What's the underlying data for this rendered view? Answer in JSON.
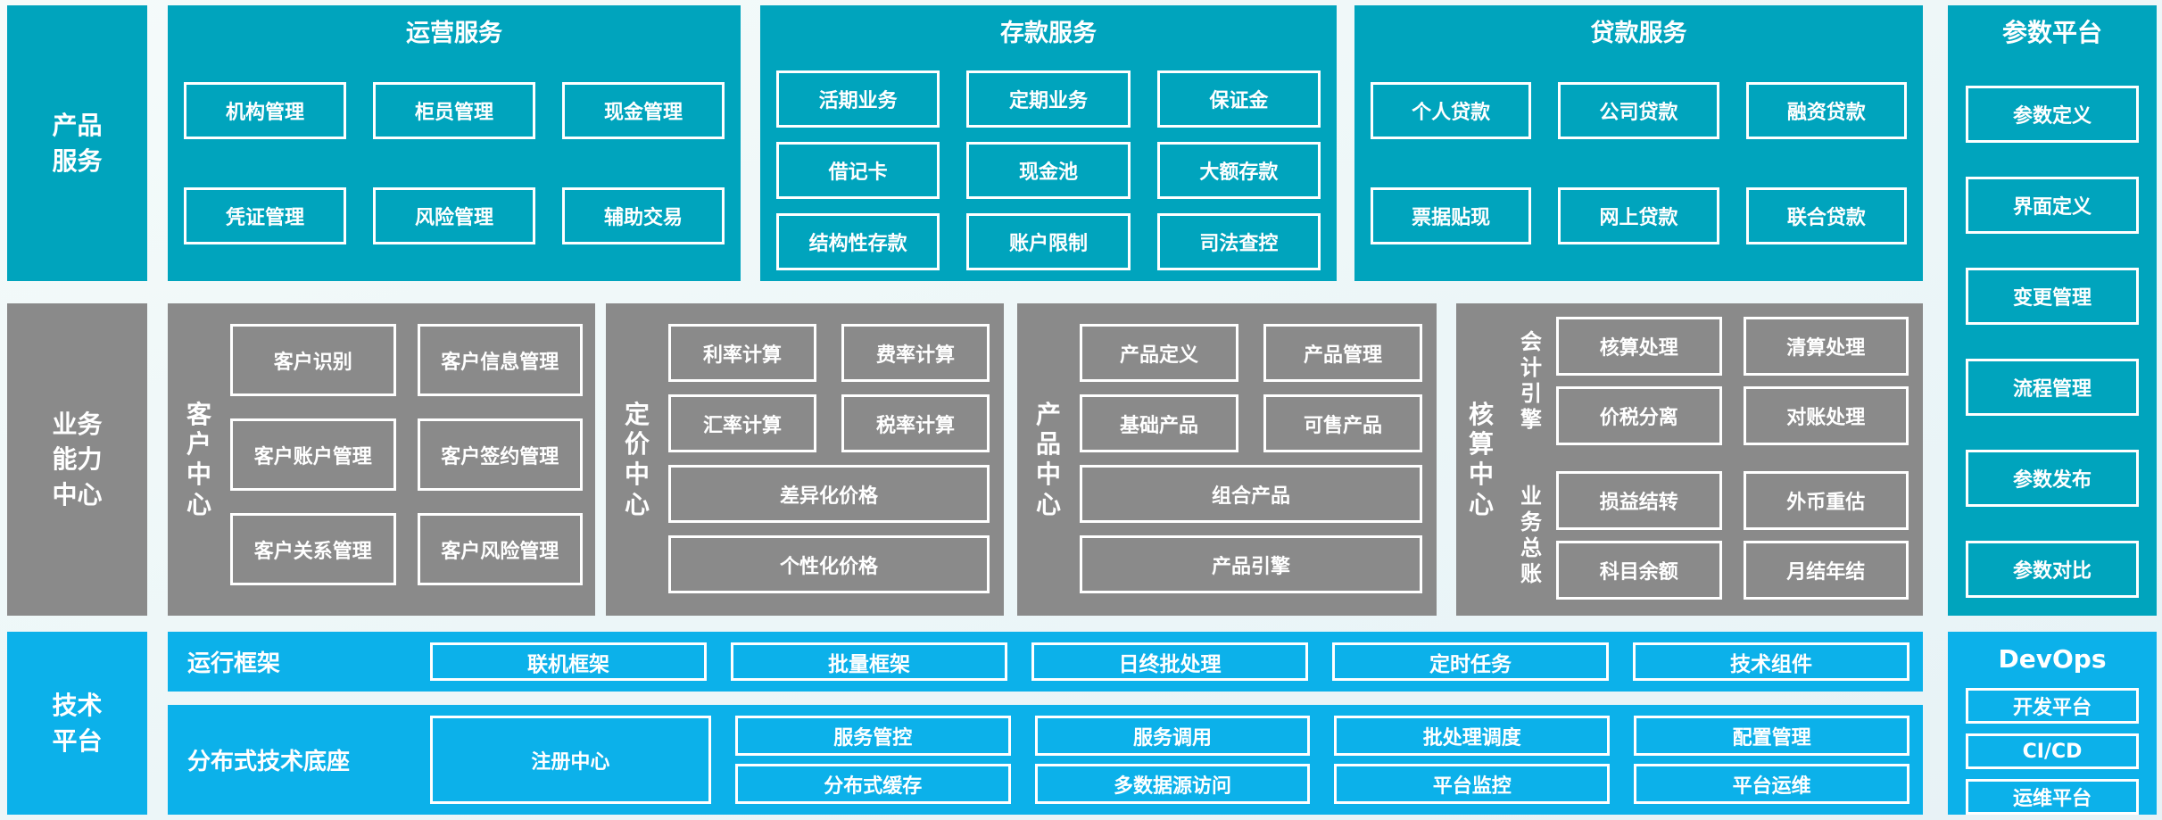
{
  "palette": {
    "teal": "#00a4bd",
    "cyan": "#0cb1ea",
    "gray": "#8a8a8a",
    "background": "#eef6f8",
    "text": "#ffffff"
  },
  "left_rail": {
    "product_services": "产品\n服务",
    "business_capability": "业务\n能力\n中心",
    "tech_platform": "技术\n平台"
  },
  "top_band": {
    "operations": {
      "title": "运营服务",
      "items": [
        "机构管理",
        "柜员管理",
        "现金管理",
        "凭证管理",
        "风险管理",
        "辅助交易"
      ]
    },
    "deposits": {
      "title": "存款服务",
      "items": [
        "活期业务",
        "定期业务",
        "保证金",
        "借记卡",
        "现金池",
        "大额存款",
        "结构性存款",
        "账户限制",
        "司法查控"
      ]
    },
    "loans": {
      "title": "贷款服务",
      "items": [
        "个人贷款",
        "公司贷款",
        "融资贷款",
        "票据贴现",
        "网上贷款",
        "联合贷款"
      ]
    }
  },
  "capability_band": {
    "customer": {
      "label": "客\n户\n中\n心",
      "items": [
        "客户识别",
        "客户信息管理",
        "客户账户管理",
        "客户签约管理",
        "客户关系管理",
        "客户风险管理"
      ]
    },
    "pricing": {
      "label": "定\n价\n中\n心",
      "items": [
        "利率计算",
        "费率计算",
        "汇率计算",
        "税率计算"
      ],
      "wide_items": [
        "差异化价格",
        "个性化价格"
      ]
    },
    "product": {
      "label": "产\n品\n中\n心",
      "items": [
        "产品定义",
        "产品管理",
        "基础产品",
        "可售产品"
      ],
      "wide_items": [
        "组合产品",
        "产品引擎"
      ]
    },
    "accounting": {
      "label": "核\n算\n中\n心",
      "groups": [
        {
          "label": "会\n计\n引\n擎",
          "items": [
            "核算处理",
            "清算处理",
            "价税分离",
            "对账处理"
          ]
        },
        {
          "label": "业\n务\n总\n账",
          "items": [
            "损益结转",
            "外币重估",
            "科目余额",
            "月结年结"
          ]
        }
      ]
    }
  },
  "param_platform": {
    "title": "参数平台",
    "items": [
      "参数定义",
      "界面定义",
      "变更管理",
      "流程管理",
      "参数发布",
      "参数对比"
    ]
  },
  "tech_band": {
    "runtime": {
      "label": "运行框架",
      "items": [
        "联机框架",
        "批量框架",
        "日终批处理",
        "定时任务",
        "技术组件"
      ]
    },
    "distributed": {
      "label": "分布式技术底座",
      "registry": "注册中心",
      "pairs": [
        [
          "服务管控",
          "分布式缓存"
        ],
        [
          "服务调用",
          "多数据源访问"
        ],
        [
          "批处理调度",
          "平台监控"
        ],
        [
          "配置管理",
          "平台运维"
        ]
      ]
    }
  },
  "devops": {
    "title": "DevOps",
    "items": [
      "开发平台",
      "CI/CD",
      "运维平台"
    ]
  }
}
